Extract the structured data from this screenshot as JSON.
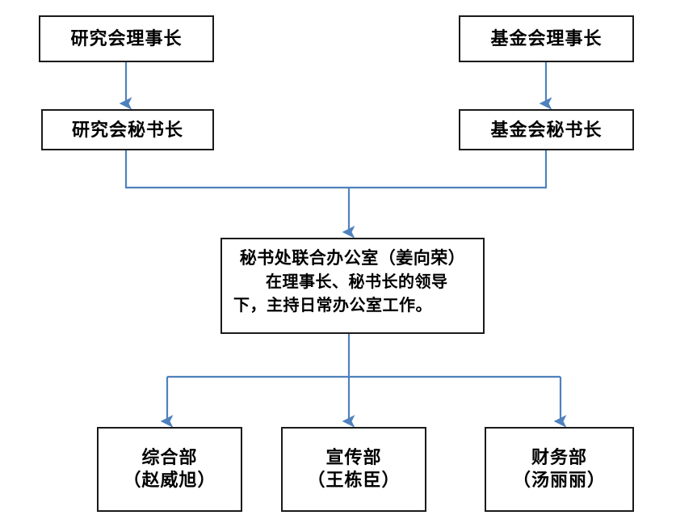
{
  "diagram": {
    "type": "org-chart",
    "language": "zh-CN",
    "line_color": "#4F81BD",
    "box_border_color": "#1A1A1A",
    "background": "#FFFFFF",
    "nodes": {
      "research_chair": {
        "label": "研究会理事长"
      },
      "fund_chair": {
        "label": "基金会理事长"
      },
      "research_secretary_general": {
        "label": "研究会秘书长"
      },
      "fund_secretary_general": {
        "label": "基金会秘书长"
      },
      "joint_office": {
        "heading": "秘书处联合办公室（姜向荣）",
        "body": "在理事长、秘书长的领导下，主持日常办公室工作。"
      },
      "dept_general": {
        "label": "综合部",
        "person": "（赵威旭）"
      },
      "dept_publicity": {
        "label": "宣传部",
        "person": "（王栋臣）"
      },
      "dept_finance": {
        "label": "财务部",
        "person": "（汤丽丽）"
      }
    }
  }
}
